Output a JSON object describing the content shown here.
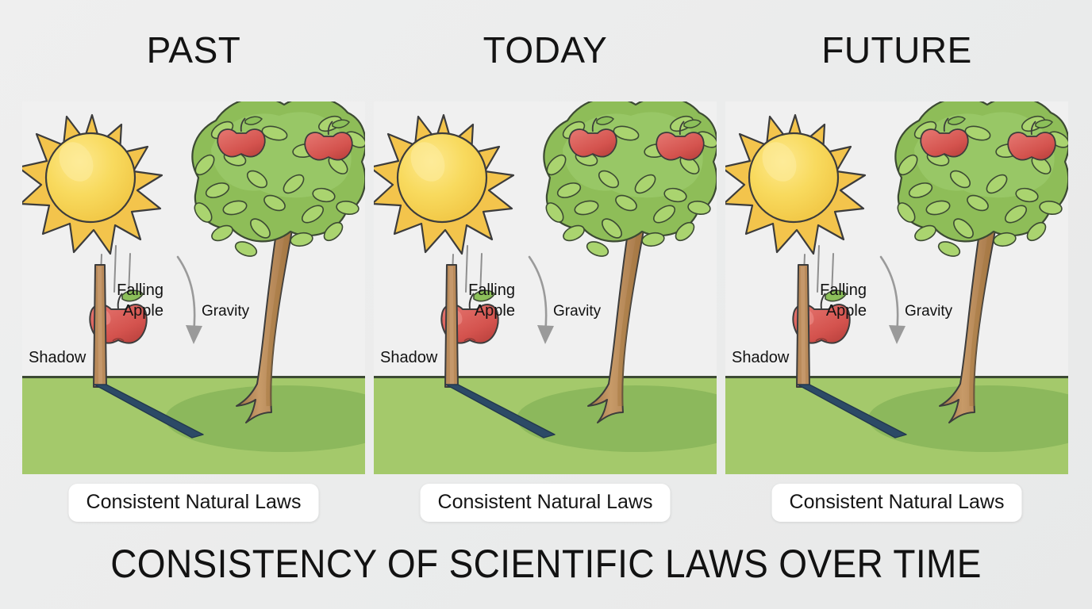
{
  "footer": {
    "title": "CONSISTENCY OF SCIENTIFIC LAWS OVER TIME"
  },
  "labels": {
    "shadow": "Shadow",
    "falling_line1": "Falling",
    "falling_line2": "Apple",
    "gravity": "Gravity"
  },
  "panels": [
    {
      "heading": "PAST",
      "caption": "Consistent Natural Laws"
    },
    {
      "heading": "TODAY",
      "caption": "Consistent Natural Laws"
    },
    {
      "heading": "FUTURE",
      "caption": "Consistent Natural Laws"
    }
  ],
  "colors": {
    "background": "#ececec",
    "panel_sky": "#f0f0f0",
    "grass": "#a4c96b",
    "grass_shade": "#8cb85c",
    "horizon": "#3c4a33",
    "sun_body": "#f7d84f",
    "sun_rays": "#f2b93e",
    "sun_outline": "#3a3a3a",
    "canopy_light": "#97c45f",
    "canopy_dark": "#6fa84a",
    "leaf": "#a9d36f",
    "apple": "#d9534f",
    "apple_dark": "#b8403c",
    "trunk": "#b98a5a",
    "trunk_dark": "#9a6b3e",
    "post": "#b98a5a",
    "shadow": "#2c4a66",
    "gravity_arrow": "#9a9a9a",
    "motion_line": "#8f8f8f",
    "caption_bg": "#ffffff",
    "text": "#121212"
  },
  "scene_elements": {
    "sun": "sun-icon",
    "tree": "apple-tree-icon",
    "falling_apple": "falling-apple-icon",
    "gravity_arrow": "gravity-arrow-icon",
    "post": "post-icon",
    "shadow": "shadow-shape",
    "motion_lines": "motion-lines"
  }
}
